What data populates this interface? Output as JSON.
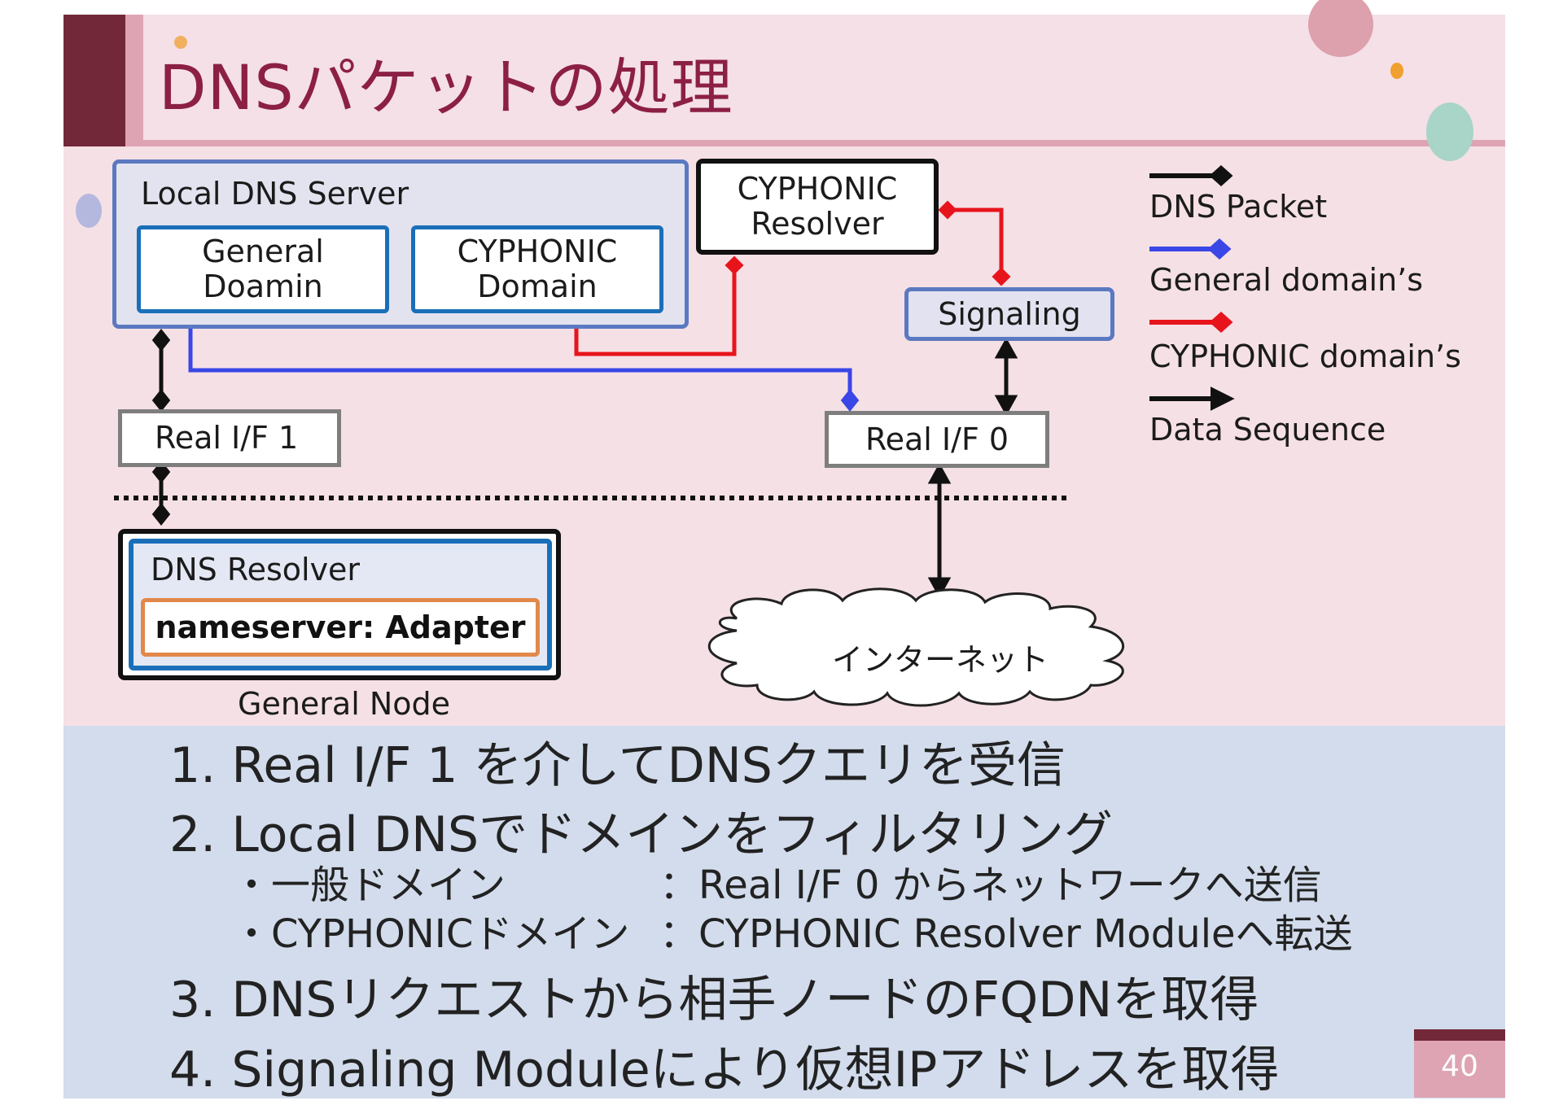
{
  "title": "DNSパケットの処理",
  "nodes": {
    "local_dns_server": "Local DNS Server",
    "general_domain": "General\nDoamin",
    "cyphonic_domain": "CYPHONIC\nDomain",
    "cyphonic_resolver": "CYPHONIC\nResolver",
    "signaling": "Signaling",
    "real_if_1": "Real I/F 1",
    "real_if_0": "Real I/F 0",
    "dns_resolver": "DNS Resolver",
    "nameserver": "nameserver: Adapter",
    "general_node": "General Node",
    "internet": "インターネット"
  },
  "legend": [
    {
      "label": "DNS Packet",
      "color": "#000000"
    },
    {
      "label": "General domain’s",
      "color": "#3a46e6"
    },
    {
      "label": "CYPHONIC domain’s",
      "color": "#e8141c"
    },
    {
      "label": "Data Sequence",
      "color": "#000000"
    }
  ],
  "steps": {
    "s1": "1. Real I/F 1 を介してDNSクエリを受信",
    "s2": "2. Local DNSでドメインをフィルタリング",
    "s2a_name": "・一般ドメイン",
    "s2a_desc": "：Real I/F 0 からネットワークへ送信",
    "s2b_name": "・CYPHONICドメイン",
    "s2b_desc": "：CYPHONIC Resolver Moduleへ転送",
    "s3": "3. DNSリクエストから相手ノードのFQDNを取得",
    "s4": "4. Signaling Moduleにより仮想IPアドレスを取得"
  },
  "page_number": "40",
  "colors": {
    "title": "#8c1f45",
    "accent_dark": "#722838",
    "accent_light": "#dea4b3",
    "slide_bg": "#f5e0e5",
    "bottom_bg": "#d2dcec",
    "blue_border": "#2f68b5",
    "orange_border": "#e1884a"
  }
}
